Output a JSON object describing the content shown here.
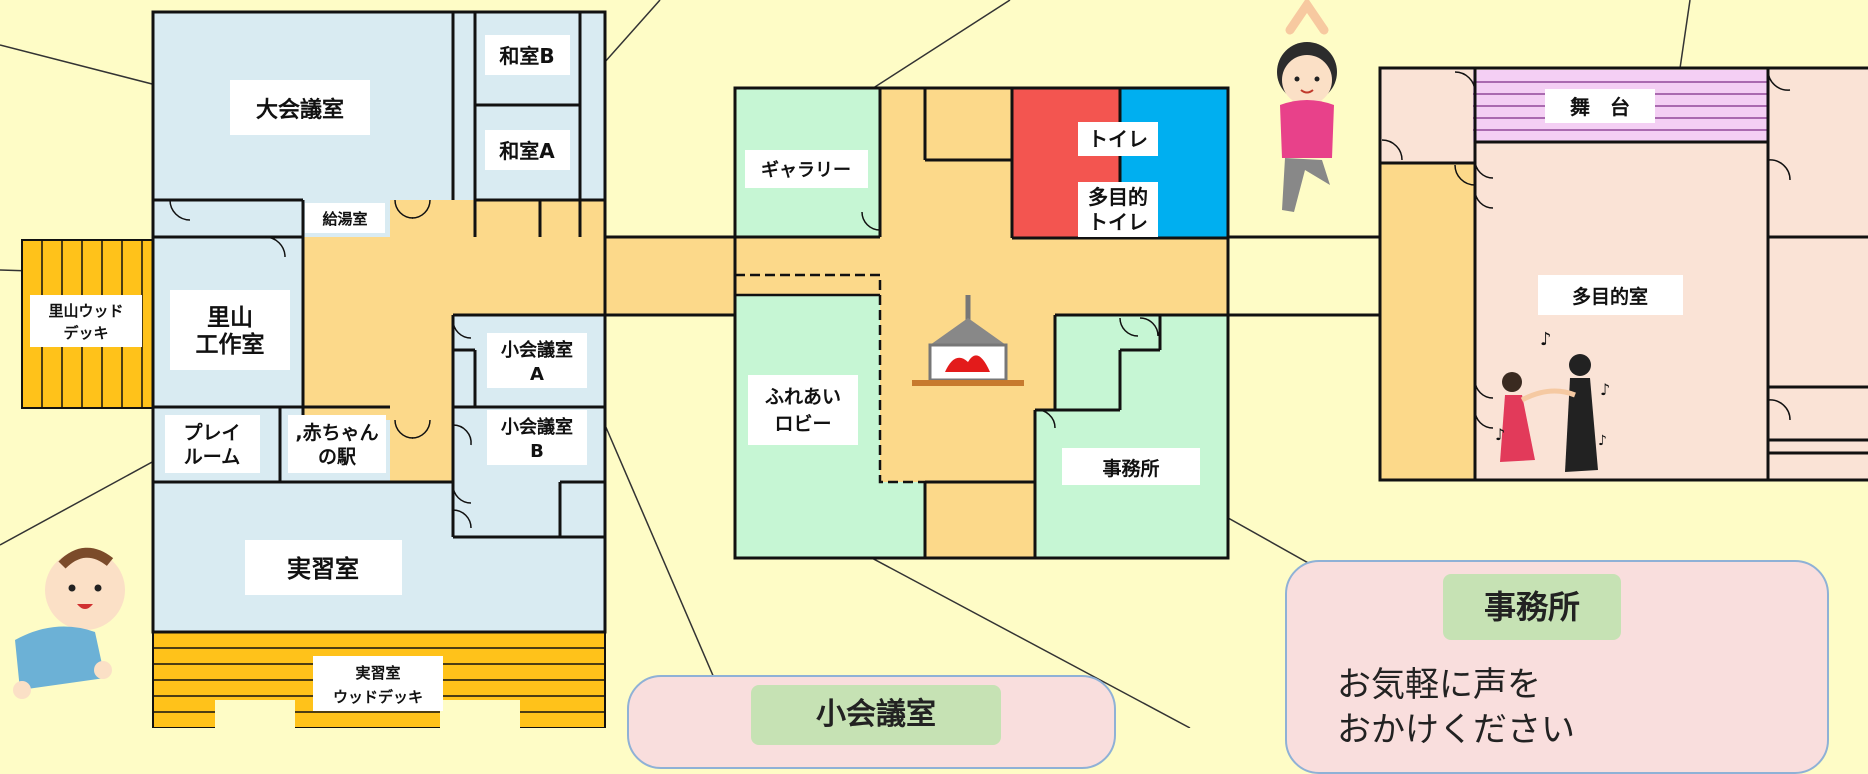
{
  "rooms": {
    "large_meeting_room": "大会議室",
    "washitsu_b": "和室B",
    "washitsu_a": "和室A",
    "kitchenette": "給湯室",
    "satoyama_deck": [
      "里山ウッド",
      "デッキ"
    ],
    "satoyama_workshop": [
      "里山",
      "工作室"
    ],
    "play_room": [
      "プレイ",
      "ルーム"
    ],
    "baby_station": [
      ",赤ちゃん",
      "の駅"
    ],
    "small_meeting_a": [
      "小会議室",
      "A"
    ],
    "small_meeting_b": [
      "小会議室",
      "B"
    ],
    "training_room": "実習室",
    "training_deck": [
      "実習室",
      "ウッドデッキ"
    ],
    "gallery": "ギャラリー",
    "toilet": "トイレ",
    "multipurpose_toilet": [
      "多目的",
      "トイレ"
    ],
    "lobby": [
      "ふれあい",
      "ロビー"
    ],
    "office": "事務所",
    "stage": "舞　台",
    "multipurpose_room": "多目的室"
  },
  "callouts": {
    "office": {
      "title": "事務所",
      "text": [
        "お気軽に声を",
        "おかけください"
      ]
    },
    "small_meeting": {
      "title": "小会議室"
    }
  },
  "colors": {
    "background": "#fefcc6",
    "meeting_rooms": "#d9ebf2",
    "corridor": "#fcd98a",
    "gallery_lobby_office": "#c6f6d4",
    "toilet": "#f35550",
    "multipurpose_toilet": "#00aff0",
    "multipurpose_hall": "#fae3d6",
    "stage": "#f4cff4",
    "wood_deck": "#ffc21a",
    "callout_bg": "#f9dedd",
    "callout_title_bg": "#c6e2b4"
  }
}
